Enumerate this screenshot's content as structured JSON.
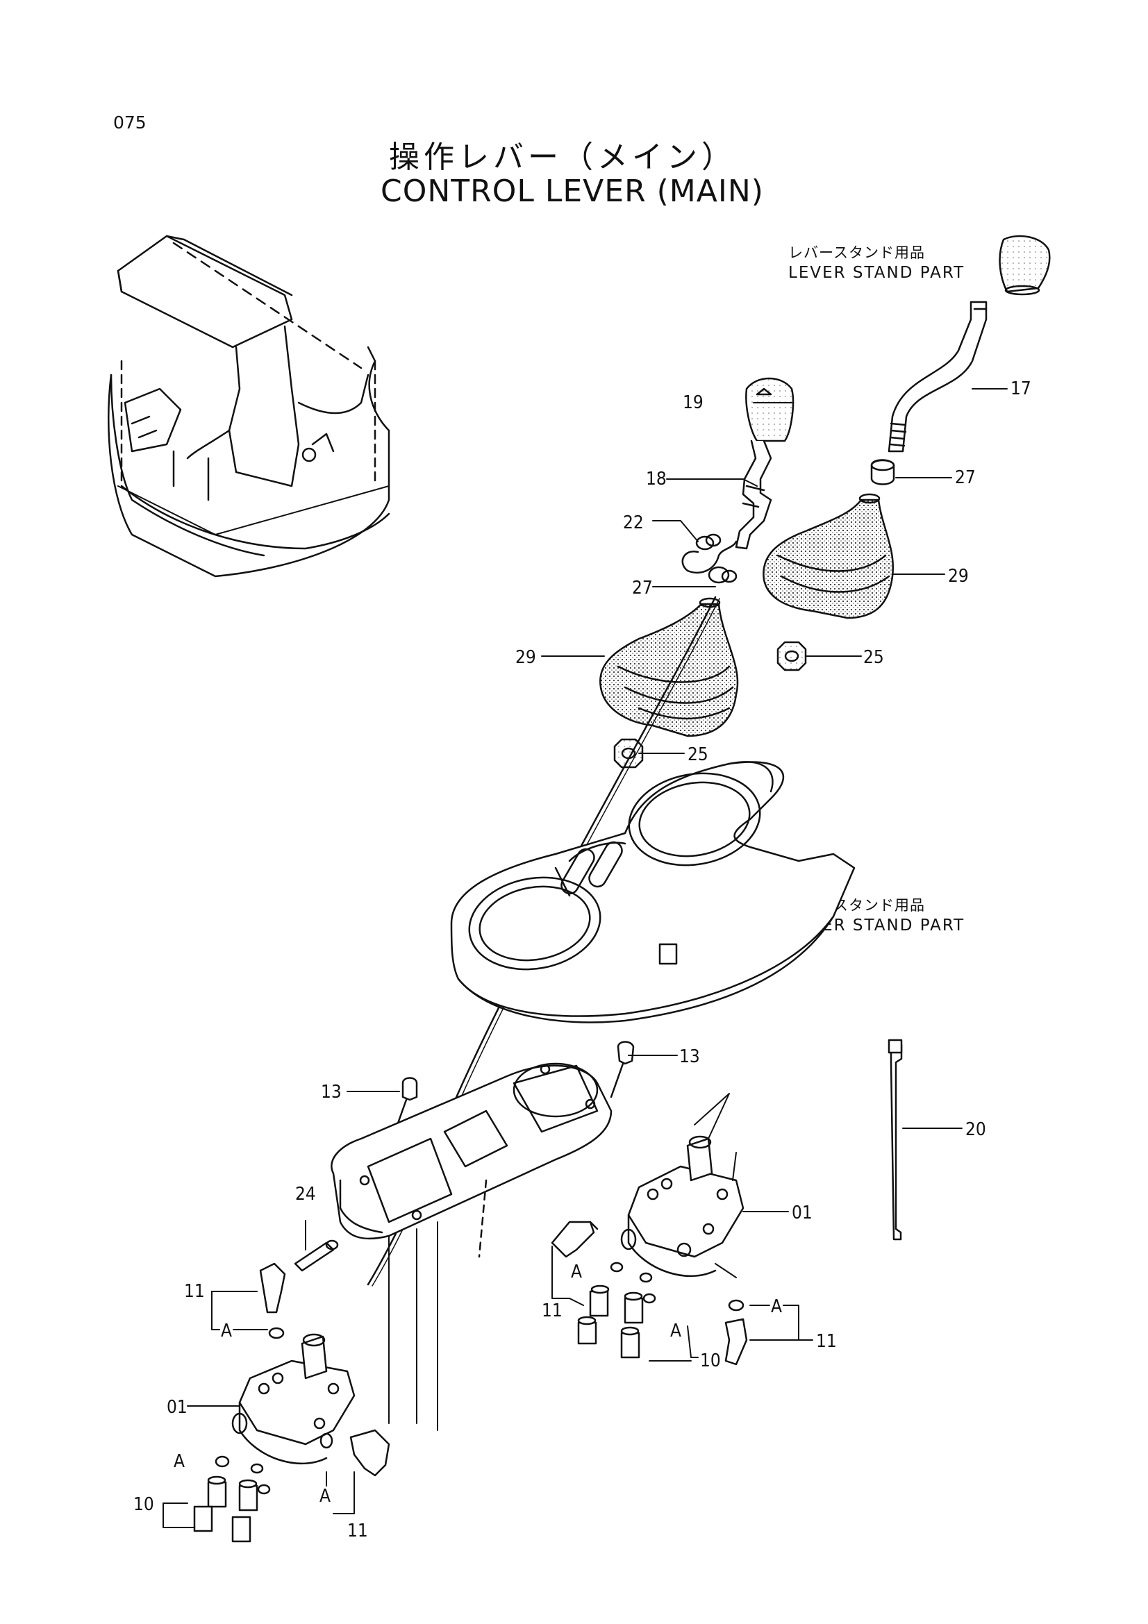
{
  "page_number": "075",
  "title_jp": "操作レバー（メイン）",
  "title_en": "CONTROL LEVER (MAIN)",
  "lever_stand_note_1": {
    "jp": "レバースタンド用品",
    "en": "LEVER STAND PART"
  },
  "lever_stand_note_2": {
    "jp": "レバースタンド用品",
    "en": "LEVER STAND PART"
  },
  "callouts": {
    "c17": "17",
    "c19": "19",
    "c18": "18",
    "c27a": "27",
    "c22": "22",
    "c27b": "27",
    "c29a": "29",
    "c29b": "29",
    "c25a": "25",
    "c25b": "25",
    "c13a": "13",
    "c13b": "13",
    "c20": "20",
    "c24": "24",
    "c01a": "01",
    "c01b": "01",
    "c11a": "11",
    "c11b": "11",
    "c11c": "11",
    "c11d": "11",
    "c10a": "10",
    "c10b": "10",
    "ca1": "A",
    "ca2": "A",
    "ca3": "A",
    "ca4": "A",
    "ca5": "A",
    "ca6": "A"
  }
}
